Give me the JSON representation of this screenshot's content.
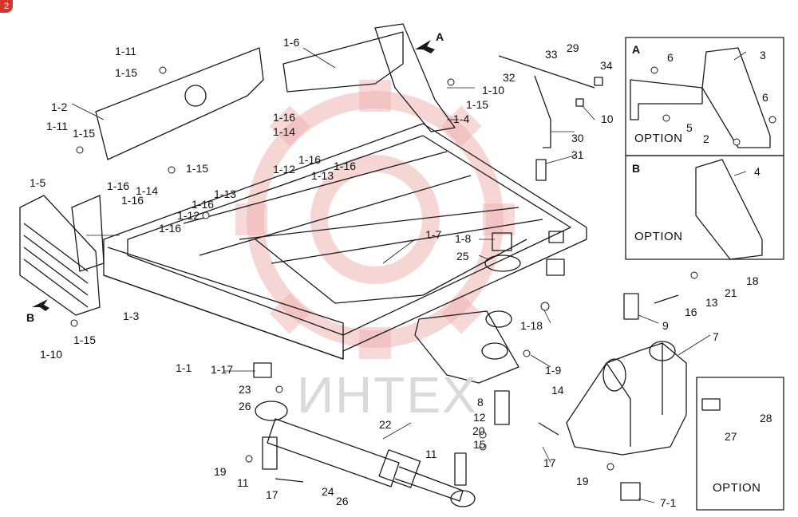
{
  "badge": "2",
  "watermark_text": "ИНТЕХ",
  "views": {
    "a": {
      "letter": "A",
      "option": "OPTION"
    },
    "b": {
      "letter": "B",
      "option": "OPTION"
    },
    "c": {
      "option": "OPTION"
    }
  },
  "arrows": {
    "a": "A",
    "b": "B"
  },
  "callouts": {
    "c_1_11a": "1-11",
    "c_1_15a": "1-15",
    "c_1_6": "1-6",
    "c_1_2": "1-2",
    "c_1_11b": "1-11",
    "c_1_15b": "1-15",
    "c_1_16a": "1-16",
    "c_1_14a": "1-14",
    "c_1_16b": "1-16",
    "c_1_13a": "1-13",
    "c_1_12a": "1-12",
    "c_1_15c": "1-15",
    "c_1_5": "1-5",
    "c_1_16c": "1-16",
    "c_1_14b": "1-14",
    "c_1_12b": "1-12",
    "c_1_16d": "1-16",
    "c_1_13b": "1-13",
    "c_1_16e": "1-16",
    "c_1_3": "1-3",
    "c_1_10a": "1-10",
    "c_1_15d": "1-15",
    "c_1_1": "1-1",
    "c_1_17": "1-17",
    "c_23": "23",
    "c_26a": "26",
    "c_22": "22",
    "c_19a": "19",
    "c_11a": "11",
    "c_17a": "17",
    "c_24": "24",
    "c_26b": "26",
    "c_1_10b": "1-10",
    "c_1_15e": "1-15",
    "c_1_4": "1-4",
    "c_33": "33",
    "c_29": "29",
    "c_32": "32",
    "c_34": "34",
    "c_10": "10",
    "c_30": "30",
    "c_31": "31",
    "c_1_7": "1-7",
    "c_1_8": "1-8",
    "c_25": "25",
    "c_1_18": "1-18",
    "c_1_9": "1-9",
    "c_8": "8",
    "c_12": "12",
    "c_20": "20",
    "c_15": "15",
    "c_11b": "11",
    "c_17b": "17",
    "c_14": "14",
    "c_19b": "19",
    "c_7_1": "7-1",
    "c_7": "7",
    "c_9": "9",
    "c_16": "16",
    "c_13": "13",
    "c_21": "21",
    "c_18": "18",
    "c_27": "27",
    "c_28": "28",
    "c_6a": "6",
    "c_3": "3",
    "c_6b": "6",
    "c_5": "5",
    "c_2": "2",
    "c_4": "4"
  },
  "colors": {
    "line": "#1a1a1a",
    "watermark": "#e8a8a8",
    "badge": "#d8342c"
  }
}
